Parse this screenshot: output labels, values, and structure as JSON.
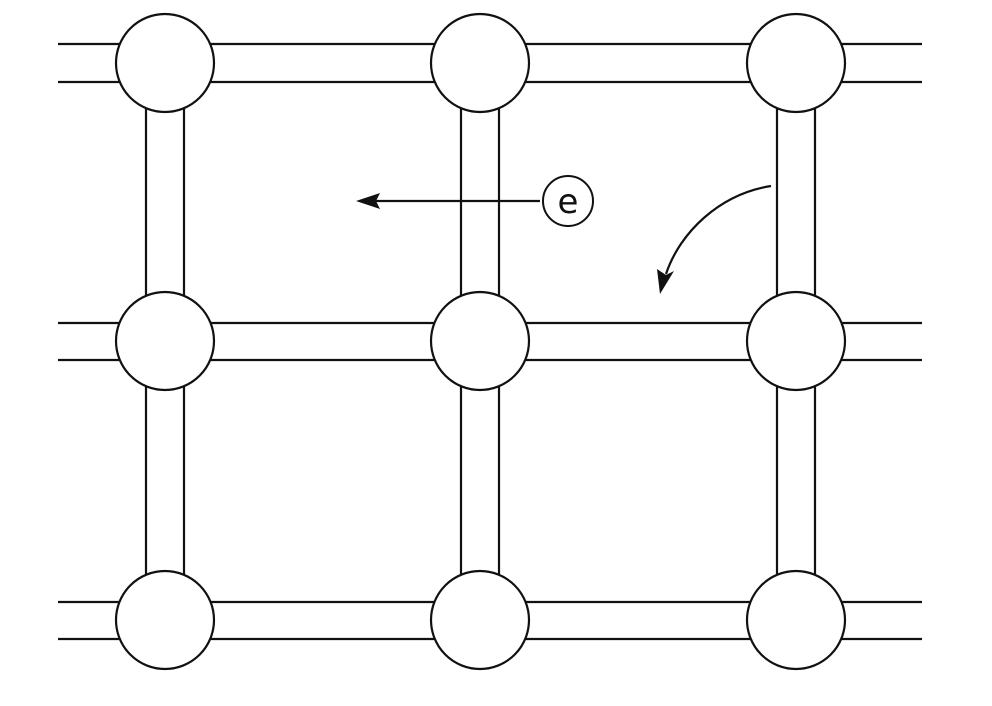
{
  "diagram": {
    "lattice": {
      "rows": 3,
      "columns": 3
    },
    "electron": {
      "label": "e"
    },
    "colors": {
      "stroke": "#111111",
      "background": "#ffffff"
    }
  }
}
